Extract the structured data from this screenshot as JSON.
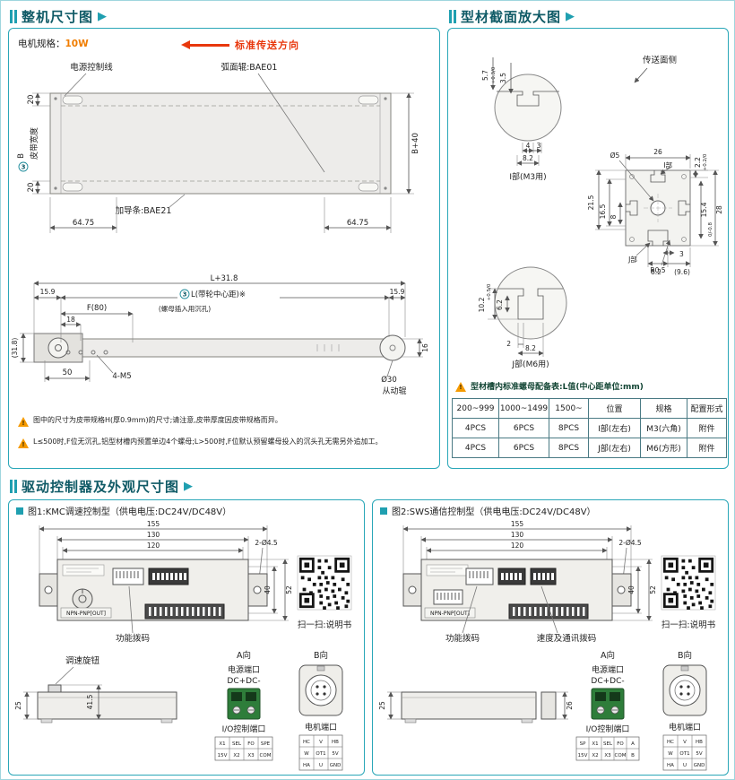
{
  "p1": {
    "title": "整机尺寸图",
    "motor_label": "电机规格：",
    "motor_value": "10W",
    "direction": "标准传送方向",
    "tv": {
      "power_line": "电源控制线",
      "roller": "弧面辊:BAE01",
      "guide": "加导条:BAE21",
      "d20t": "20",
      "d20b": "20",
      "belt_num": "3",
      "belt_letter": "B",
      "belt_width": "皮带宽度",
      "db40": "B+40",
      "d6475l": "64.75",
      "d6475r": "64.75"
    },
    "sv": {
      "dl": "L+31.8",
      "d159l": "15.9",
      "d159r": "15.9",
      "dlc_num": "3",
      "dlc": "L(带轮中心距)※",
      "df": "F(80)",
      "dnote": "(螺母插入用沉孔)",
      "d18": "18",
      "d50": "50",
      "d4m5": "4-M5",
      "d318": "(31.8)",
      "d16": "16",
      "d30": "Ø30",
      "roller2": "从动辊"
    },
    "note1": "图中的尺寸为皮带规格H(厚0.9mm)的尺寸;请注意,皮带厚度因皮带规格而异。",
    "note2": "L≤500时,F位无沉孔,铝型材槽内预置单边4个螺母;L>500时,F位默认预留螺母投入的沉头孔无需另外追加工。"
  },
  "p2": {
    "title": "型材截面放大图",
    "surface": "传送面侧",
    "i": {
      "d57": "5.7",
      "d57t": "+0.3/0",
      "d35": "3.5",
      "d4": "4",
      "d3": "3",
      "d82": "8.2",
      "label": "I部(M3用)"
    },
    "m": {
      "dia5": "Ø5",
      "d26": "26",
      "d22": "2.2",
      "d22t": "+0.2/0",
      "ilabel": "I部",
      "d215": "21.5",
      "d165": "16.5",
      "d8": "8",
      "d154": "15.4",
      "d154t": "0/-0.8",
      "d28": "28",
      "jlabel": "J部",
      "r05": "R0.5",
      "d3": "3",
      "d82": "8.2",
      "d96": "(9.6)"
    },
    "j": {
      "d102": "10.2",
      "d102t": "+0.5/0",
      "d62": "6.2",
      "d2": "2",
      "d82": "8.2",
      "label": "J部(M6用)"
    },
    "tnote": "型材槽内标准螺母配备表:L值(中心距单位:mm)",
    "table": {
      "headers": [
        "200~999",
        "1000~1499",
        "1500~",
        "位置",
        "规格",
        "配置形式"
      ],
      "rows": [
        [
          "4PCS",
          "6PCS",
          "8PCS",
          "I部(左右)",
          "M3(六角)",
          "附件"
        ],
        [
          "4PCS",
          "6PCS",
          "8PCS",
          "J部(左右)",
          "M6(方形)",
          "附件"
        ]
      ]
    }
  },
  "p3": {
    "title": "驱动控制器及外观尺寸图",
    "fig1": {
      "title": "图1:KMC调速控制型（供电电压:DC24V/DC48V）",
      "d155": "155",
      "d130": "130",
      "d120": "120",
      "dhole": "2-Ø4.5",
      "d40": "40",
      "d52": "52",
      "npn": "NPN-PNP[OUT]",
      "dip": "功能拨码",
      "qr": "扫一扫:说明书",
      "knob": "调速旋钮",
      "d415": "41.5",
      "d25": "25",
      "aview": "A向",
      "bview": "B向",
      "power": "电源端口",
      "dc": "DC+DC-",
      "io": "I/O控制端口",
      "motor": "电机端口",
      "iopins": [
        [
          "X1",
          "SEL",
          "FO",
          "SPE"
        ],
        [
          "15V",
          "X2",
          "X3",
          "COM"
        ]
      ],
      "mpins": [
        [
          "HC",
          "V",
          "HB"
        ],
        [
          "W",
          "OT1",
          "5V"
        ],
        [
          "HA",
          "U",
          "GND"
        ]
      ]
    },
    "fig2": {
      "title": "图2:SWS通信控制型（供电电压:DC24V/DC48V）",
      "d155": "155",
      "d130": "130",
      "d120": "120",
      "dhole": "2-Ø4.5",
      "d40": "40",
      "d52": "52",
      "npn": "NPN-PNP[OUT]",
      "dip": "功能拨码",
      "dip2": "速度及通讯拨码",
      "qr": "扫一扫:说明书",
      "d25": "25",
      "d26": "26",
      "aview": "A向",
      "bview": "B向",
      "power": "电源端口",
      "dc": "DC+DC-",
      "io": "I/O控制端口",
      "motor": "电机端口",
      "iopins": [
        [
          "SP",
          "X1",
          "SEL",
          "FO",
          "A"
        ],
        [
          "15V",
          "X2",
          "X3",
          "COM",
          "B"
        ]
      ],
      "mpins": [
        [
          "HC",
          "V",
          "HB"
        ],
        [
          "W",
          "OT1",
          "5V"
        ],
        [
          "HA",
          "U",
          "GND"
        ]
      ]
    }
  }
}
